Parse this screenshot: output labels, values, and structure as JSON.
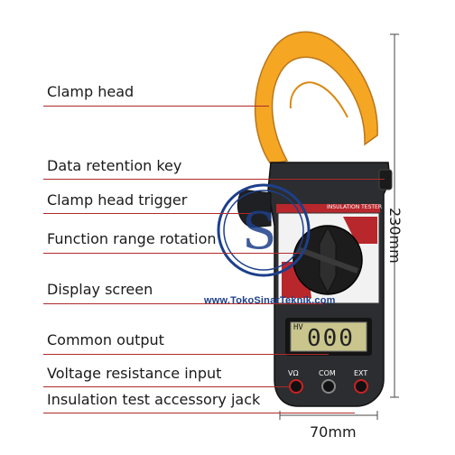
{
  "callouts": [
    {
      "label": "Clamp head"
    },
    {
      "label": "Data retention key"
    },
    {
      "label": "Clamp head trigger"
    },
    {
      "label": "Function range rotation"
    },
    {
      "label": "Display screen"
    },
    {
      "label": "Common output"
    },
    {
      "label": "Voltage resistance input"
    },
    {
      "label": "Insulation test accessory jack"
    }
  ],
  "dimensions": {
    "height": "230mm",
    "width": "70mm"
  },
  "device": {
    "top_strip": "INSULATION TESTER",
    "display_mode": "HV",
    "display_value": "000",
    "jacks": [
      "VΩ",
      "COM",
      "EXT"
    ]
  },
  "watermark": {
    "text": "www.TokoSinarTeknik.com"
  },
  "colors": {
    "clamp": "#f5a623",
    "body": "#2b2d30",
    "dial": "#1c1c1c",
    "panel": "#b8272c",
    "lcd": "#c9c58c",
    "leader": "#b02a2a",
    "watermark": "#1d3f8a"
  }
}
